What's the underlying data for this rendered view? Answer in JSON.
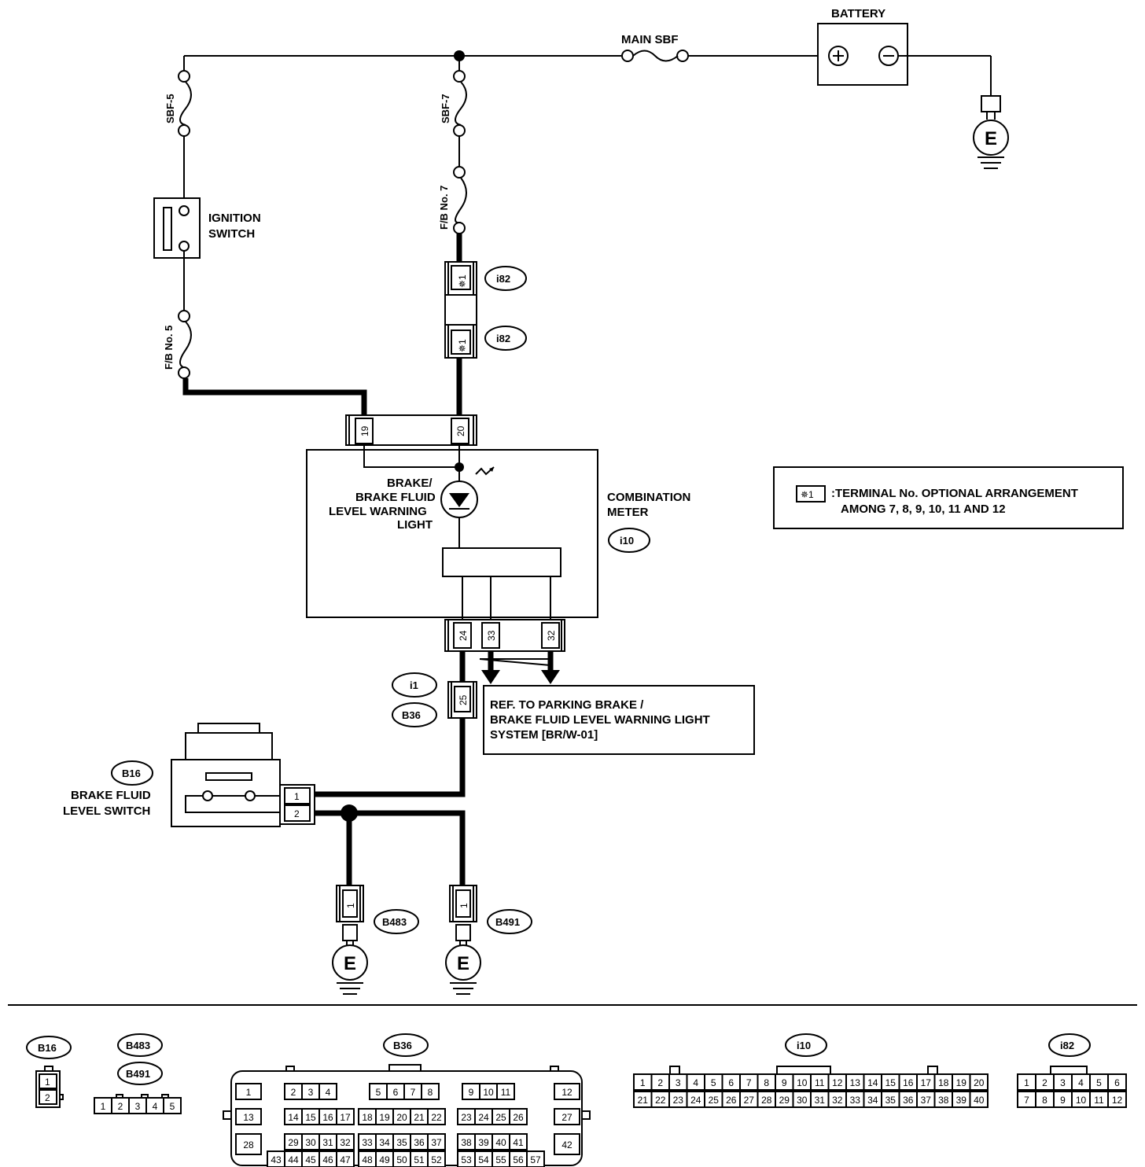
{
  "labels": {
    "battery": "BATTERY",
    "main_sbf": "MAIN SBF",
    "sbf5": "SBF-5",
    "sbf7": "SBF-7",
    "fb7": "F/B No. 7",
    "fb5": "F/B No. 5",
    "ignition1": "IGNITION",
    "ignition2": "SWITCH",
    "combo1": "COMBINATION",
    "combo2": "METER",
    "brake1": "BRAKE/",
    "brake2": "BRAKE FLUID",
    "brake3": "LEVEL WARNING",
    "brake4": "LIGHT",
    "bfls1": "BRAKE FLUID",
    "bfls2": "LEVEL SWITCH",
    "ref1": "REF. TO PARKING BRAKE /",
    "ref2": "BRAKE FLUID LEVEL WARNING LIGHT",
    "ref3": "SYSTEM [BR/W-01]",
    "note1": ":TERMINAL No. OPTIONAL ARRANGEMENT",
    "note2": "AMONG 7, 8, 9, 10, 11 AND 12",
    "star1": "✵1",
    "ground": "E",
    "plus": "+",
    "minus": "−"
  },
  "connectors": {
    "i82": "i82",
    "i10": "i10",
    "i1": "i1",
    "B36": "B36",
    "B16": "B16",
    "B483": "B483",
    "B491": "B491"
  },
  "pins": {
    "p19": "19",
    "p20": "20",
    "p24": "24",
    "p33": "33",
    "p32": "32",
    "p25": "25",
    "p1": "1",
    "p2": "2"
  },
  "b36_grid": [
    [
      "1"
    ],
    [
      "2",
      "3",
      "4"
    ],
    [
      "5",
      "6",
      "7",
      "8"
    ],
    [
      "9",
      "10",
      "11"
    ],
    [
      "12"
    ],
    [
      "13"
    ],
    [
      "14",
      "15",
      "16",
      "17"
    ],
    [
      "18",
      "19",
      "20",
      "21",
      "22"
    ],
    [
      "23",
      "24",
      "25",
      "26"
    ],
    [
      "27"
    ],
    [
      "28"
    ],
    [
      "29",
      "30",
      "31",
      "32"
    ],
    [
      "33",
      "34",
      "35",
      "36",
      "37"
    ],
    [
      "38",
      "39",
      "40",
      "41"
    ],
    [
      "42"
    ],
    [
      "43",
      "44",
      "45",
      "46",
      "47"
    ],
    [
      "48",
      "49",
      "50",
      "51",
      "52"
    ],
    [
      "53",
      "54",
      "55",
      "56",
      "57"
    ]
  ],
  "i10_row1": [
    "1",
    "2",
    "3",
    "4",
    "5",
    "6",
    "7",
    "8",
    "9",
    "10",
    "11",
    "12",
    "13",
    "14",
    "15",
    "16",
    "17",
    "18",
    "19",
    "20"
  ],
  "i10_row2": [
    "21",
    "22",
    "23",
    "24",
    "25",
    "26",
    "27",
    "28",
    "29",
    "30",
    "31",
    "32",
    "33",
    "34",
    "35",
    "36",
    "37",
    "38",
    "39",
    "40"
  ],
  "i82_row1": [
    "1",
    "2",
    "3",
    "4",
    "5",
    "6"
  ],
  "i82_row2": [
    "7",
    "8",
    "9",
    "10",
    "11",
    "12"
  ],
  "b483_row": [
    "1",
    "2",
    "3",
    "4",
    "5"
  ],
  "b16_pins": [
    "1",
    "2"
  ]
}
